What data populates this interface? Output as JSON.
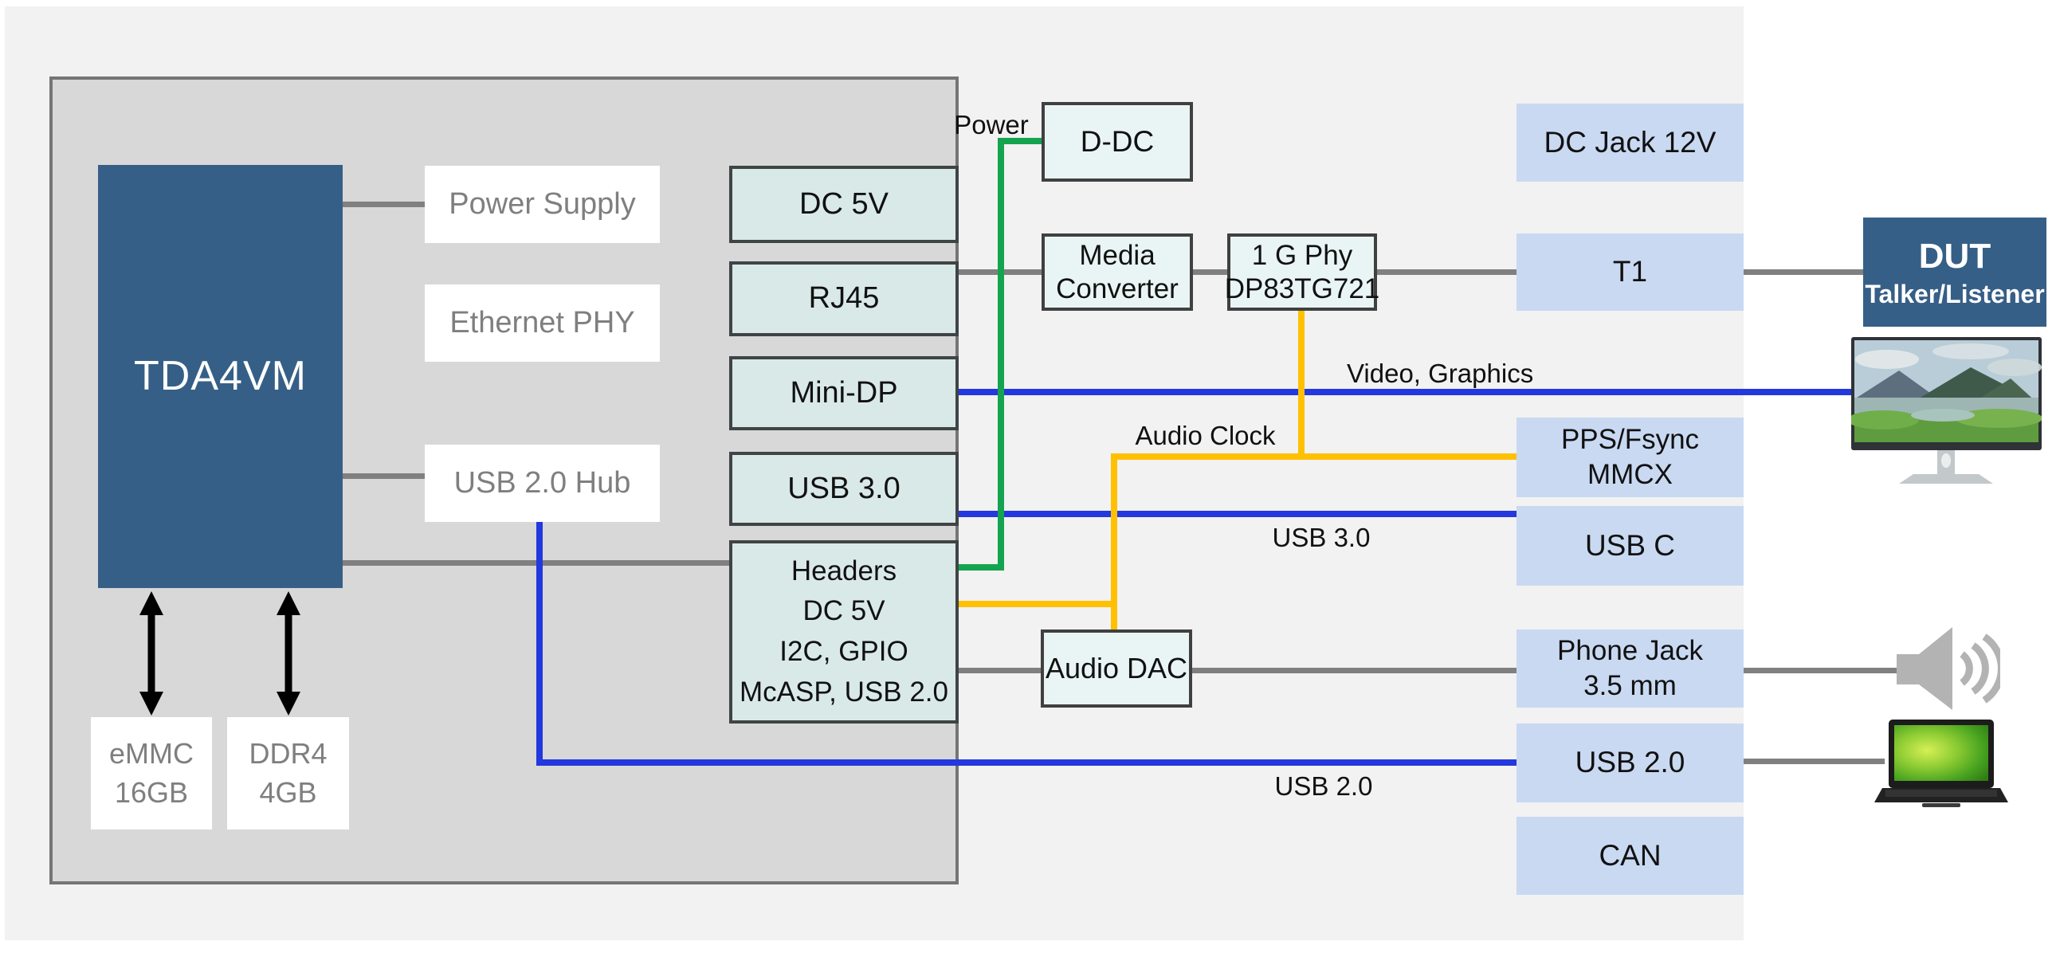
{
  "colors": {
    "page_bg": "#f2f2f2",
    "board_fill": "#d8d8d8",
    "board_border": "#757575",
    "soc_fill": "#365f87",
    "connector_fill": "#d9e9e8",
    "connector_border": "#3f4444",
    "component_fill": "#e9f5f4",
    "component_border": "#404040",
    "io_fill": "#c9d9f2",
    "muted_text": "#7f7f7f",
    "wire_gray": "#808080",
    "wire_blue": "#2338de",
    "wire_green": "#14a44f",
    "wire_yellow": "#ffc000"
  },
  "soc": {
    "label": "TDA4VM"
  },
  "modules": {
    "power_supply": "Power Supply",
    "ethernet_phy": "Ethernet PHY",
    "usb_hub": "USB 2.0 Hub"
  },
  "memory": {
    "emmc": {
      "line1": "eMMC",
      "line2": "16GB"
    },
    "ddr4": {
      "line1": "DDR4",
      "line2": "4GB"
    }
  },
  "connectors": {
    "dc5v": "DC 5V",
    "rj45": "RJ45",
    "minidp": "Mini-DP",
    "usb3": "USB 3.0"
  },
  "headers": {
    "line1": "Headers",
    "line2": "DC 5V",
    "line3": "I2C, GPIO",
    "line4": "McASP, USB 2.0"
  },
  "components": {
    "ddc": "D-DC",
    "media_converter": {
      "line1": "Media",
      "line2": "Converter"
    },
    "phy": {
      "line1": "1 G Phy",
      "line2": "DP83TG721"
    },
    "audio_dac": "Audio DAC"
  },
  "io_panel": {
    "dc_jack": "DC Jack 12V",
    "t1": "T1",
    "pps": {
      "line1": "PPS/Fsync",
      "line2": "MMCX"
    },
    "usbc": "USB C",
    "phone_jack": {
      "line1": "Phone Jack",
      "line2": "3.5 mm"
    },
    "usb2": "USB 2.0",
    "can": "CAN"
  },
  "dut": {
    "line1": "DUT",
    "line2": "Talker/Listener"
  },
  "wire_labels": {
    "power": "Power",
    "video": "Video, Graphics",
    "audio_clock": "Audio Clock",
    "usb3": "USB 3.0",
    "usb2": "USB 2.0"
  }
}
